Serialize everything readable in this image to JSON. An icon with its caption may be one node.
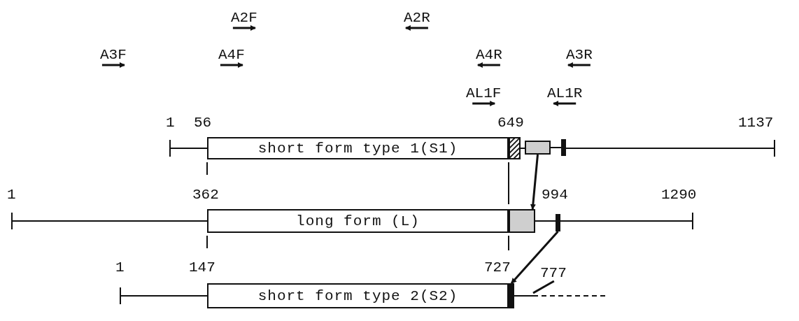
{
  "diagram": {
    "nodes": [
      {
        "text": [
          "short form type 1(S1)"
        ]
      },
      {
        "text": [],
        "shape": "box"
      },
      {
        "text": [],
        "shape": "box"
      },
      {
        "text": [],
        "shape": "bar"
      },
      {
        "text": [
          "long form (L)"
        ]
      },
      {
        "text": [],
        "shape": "box"
      },
      {
        "text": [],
        "shape": "bar"
      },
      {
        "text": [
          "777"
        ]
      },
      {
        "text": [
          "short form type 2(S2)"
        ]
      },
      {
        "text": [],
        "shape": "bar"
      }
    ],
    "edges": [
      {
        "from": 2,
        "to": 5,
        "arrow": "to"
      },
      {
        "from": 6,
        "to": 9,
        "arrow": "to"
      },
      {
        "from": 7,
        "to": null,
        "arrow": "none"
      },
      {
        "from": 1,
        "to": 2,
        "arrow": "none"
      },
      {
        "from": 2,
        "to": 3,
        "arrow": "none"
      },
      {
        "from": 5,
        "to": 6,
        "arrow": "none"
      }
    ],
    "labels": [
      "A2F",
      "A2R",
      "A3F",
      "A4F",
      "A4R",
      "A3R",
      "AL1F",
      "AL1R",
      "1",
      "56",
      "649",
      "1137",
      "1",
      "362",
      "994",
      "1290",
      "1",
      "147",
      "727"
    ]
  }
}
